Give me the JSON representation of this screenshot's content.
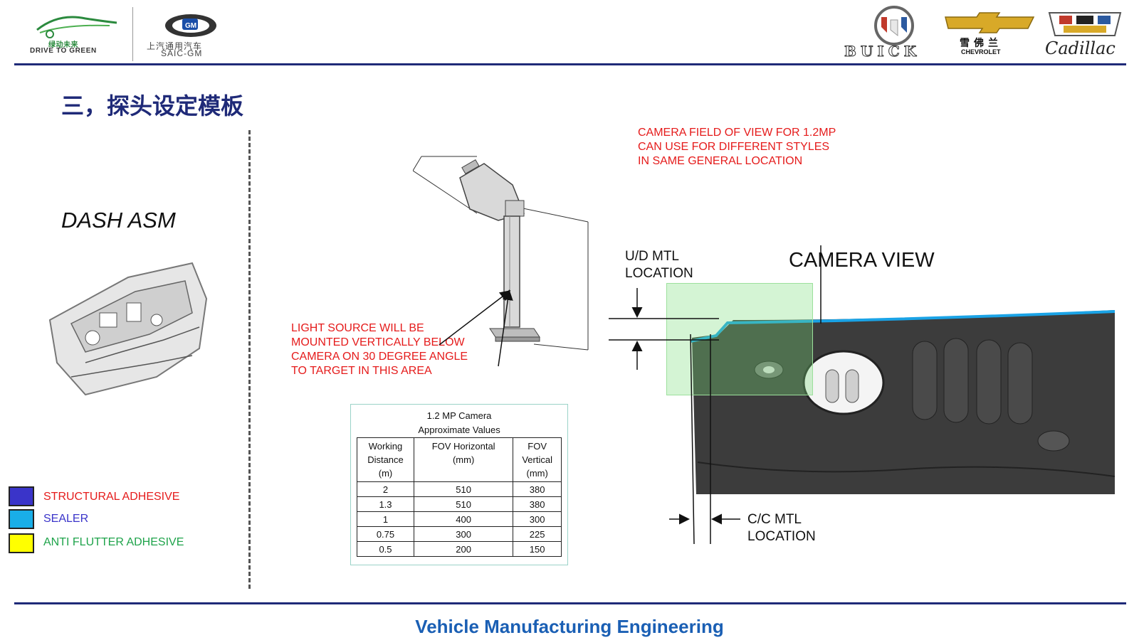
{
  "header": {
    "logo1_cn": "绿动未来",
    "logo1_en": "DRIVE TO GREEN",
    "logo2_cn": "上汽通用汽车",
    "logo2_en": "SAIC-GM",
    "brand_buick": "BUICK",
    "brand_chevrolet_cn": "雪佛兰",
    "brand_chevrolet": "CHEVROLET",
    "brand_cadillac": "Cadillac"
  },
  "title": "三，探头设定模板",
  "left": {
    "dash_asm": "DASH ASM"
  },
  "legend": [
    {
      "label": "STRUCTURAL ADHESIVE",
      "color": "#3a34c9",
      "text_color": "#e51b1b"
    },
    {
      "label": "SEALER",
      "color": "#19aee8",
      "text_color": "#3a34c9"
    },
    {
      "label": "ANTI FLUTTER ADHESIVE",
      "color": "#ffff00",
      "text_color": "#1ea34a"
    }
  ],
  "notes": {
    "camera_fov": [
      "CAMERA FIELD OF VIEW FOR 1.2MP",
      "CAN USE FOR DIFFERENT STYLES",
      "IN SAME GENERAL LOCATION"
    ],
    "light_source": [
      "LIGHT SOURCE WILL BE",
      "MOUNTED VERTICALLY BELOW",
      "CAMERA ON 30 DEGREE ANGLE",
      "TO TARGET IN THIS AREA"
    ],
    "ud_mtl": [
      "U/D MTL",
      "LOCATION"
    ],
    "cc_mtl": [
      "C/C MTL",
      "LOCATION"
    ],
    "camera_view": "CAMERA VIEW"
  },
  "table": {
    "caption_1": "1.2 MP Camera",
    "caption_2": "Approximate Values",
    "headers": [
      [
        "Working",
        "Distance",
        "(m)"
      ],
      [
        "FOV Horizontal",
        "(mm)",
        ""
      ],
      [
        "FOV",
        "Vertical",
        "(mm)"
      ]
    ],
    "rows": [
      [
        "2",
        "510",
        "380"
      ],
      [
        "1.3",
        "510",
        "380"
      ],
      [
        "1",
        "400",
        "300"
      ],
      [
        "0.75",
        "300",
        "225"
      ],
      [
        "0.5",
        "200",
        "150"
      ]
    ]
  },
  "footer": "Vehicle Manufacturing Engineering"
}
